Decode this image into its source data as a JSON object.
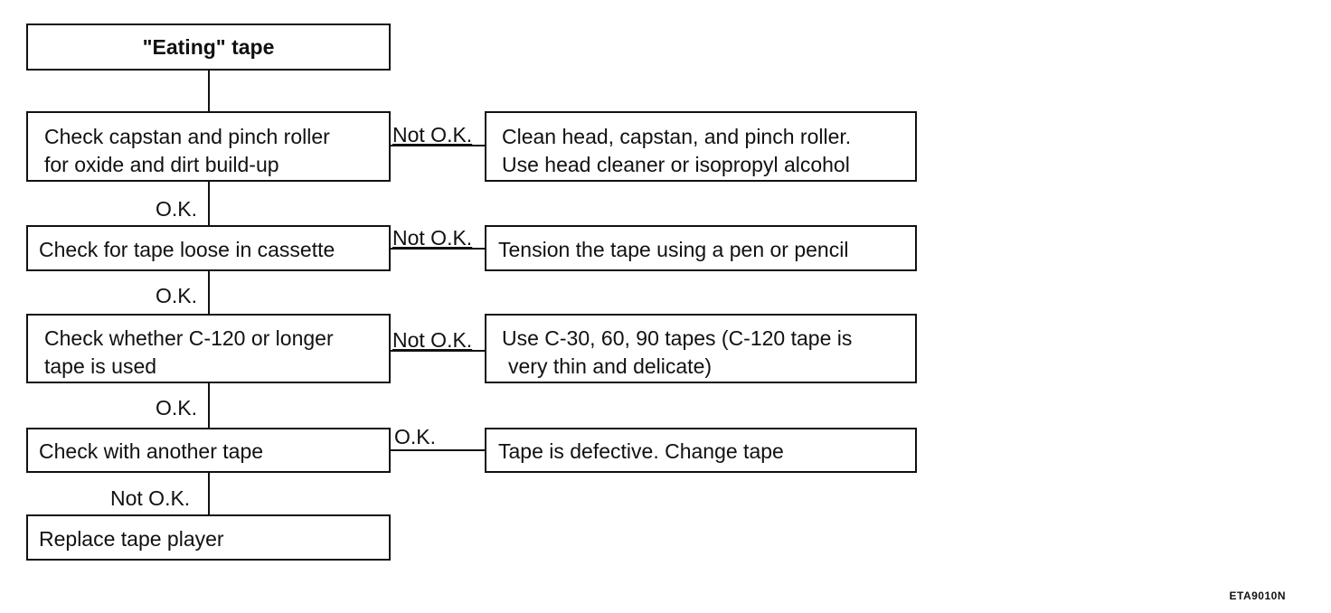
{
  "title": "\"Eating\" tape",
  "checks": [
    {
      "lines": [
        "Check capstan and pinch roller",
        "for oxide and dirt build-up"
      ]
    },
    {
      "lines": [
        "Check for tape loose in cassette"
      ]
    },
    {
      "lines": [
        "Check whether C-120 or longer",
        "tape is used"
      ]
    },
    {
      "lines": [
        "Check with another tape"
      ]
    },
    {
      "lines": [
        "Replace tape player"
      ]
    }
  ],
  "actions": [
    {
      "lines": [
        "Clean head, capstan, and pinch roller.",
        "Use head cleaner or isopropyl alcohol"
      ]
    },
    {
      "lines": [
        "Tension the tape using a pen or pencil"
      ]
    },
    {
      "lines": [
        "Use C-30, 60, 90 tapes (C-120 tape is",
        "very thin and delicate)"
      ]
    },
    {
      "lines": [
        "Tape is defective. Change tape"
      ]
    }
  ],
  "branch_labels": [
    "Not O.K.",
    "Not O.K.",
    "Not O.K.",
    "O.K."
  ],
  "down_labels": [
    "O.K.",
    "O.K.",
    "O.K.",
    "Not O.K."
  ],
  "figure_ref": "ETA9010N"
}
